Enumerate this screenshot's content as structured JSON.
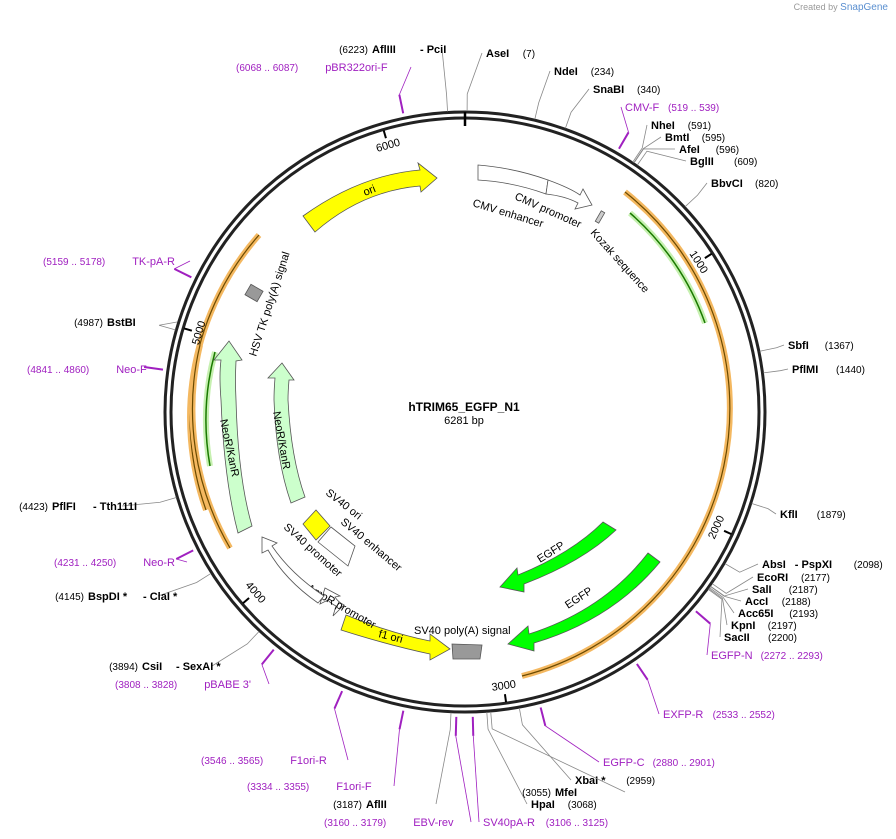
{
  "brand": {
    "created_by": "Created by",
    "name": "SnapGene"
  },
  "plasmid": {
    "name": "hTRIM65_EGFP_N1",
    "length_label": "6281 bp",
    "length": 6281
  },
  "colors": {
    "ori": "#ffff00",
    "resistance": "#ccffcc",
    "cds": "#00ff00",
    "primer": "#a020c0",
    "orf": "#f4b860",
    "gray": "#999999"
  },
  "ticks": [
    {
      "pos": 1000,
      "label": "1000"
    },
    {
      "pos": 2000,
      "label": "2000"
    },
    {
      "pos": 3000,
      "label": "3000"
    },
    {
      "pos": 4000,
      "label": "4000"
    },
    {
      "pos": 5000,
      "label": "5000"
    },
    {
      "pos": 6000,
      "label": "6000"
    }
  ],
  "enzymes": [
    {
      "name": "AflIII",
      "extra": "- PciI",
      "pos_label": "(6223)",
      "pos": 6223,
      "side": "L"
    },
    {
      "name": "AseI",
      "pos_label": "(7)",
      "pos": 7,
      "side": "R"
    },
    {
      "name": "NdeI",
      "pos_label": "(234)",
      "pos": 234,
      "side": "R"
    },
    {
      "name": "SnaBI",
      "pos_label": "(340)",
      "pos": 340,
      "side": "R"
    },
    {
      "name": "NheI",
      "pos_label": "(591)",
      "pos": 591,
      "side": "R"
    },
    {
      "name": "BmtI",
      "pos_label": "(595)",
      "pos": 595,
      "side": "R"
    },
    {
      "name": "AfeI",
      "pos_label": "(596)",
      "pos": 596,
      "side": "R"
    },
    {
      "name": "BglII",
      "pos_label": "(609)",
      "pos": 609,
      "side": "R"
    },
    {
      "name": "BbvCI",
      "pos_label": "(820)",
      "pos": 820,
      "side": "R"
    },
    {
      "name": "SbfI",
      "pos_label": "(1367)",
      "pos": 1367,
      "side": "R"
    },
    {
      "name": "PflMI",
      "pos_label": "(1440)",
      "pos": 1440,
      "side": "R"
    },
    {
      "name": "KflI",
      "pos_label": "(1879)",
      "pos": 1879,
      "side": "R"
    },
    {
      "name": "AbsI",
      "extra": "- PspXI",
      "pos_label": "(2098)",
      "pos": 2098,
      "side": "R"
    },
    {
      "name": "EcoRI",
      "pos_label": "(2177)",
      "pos": 2177,
      "side": "R"
    },
    {
      "name": "SalI",
      "pos_label": "(2187)",
      "pos": 2187,
      "side": "R"
    },
    {
      "name": "AccI",
      "pos_label": "(2188)",
      "pos": 2188,
      "side": "R"
    },
    {
      "name": "Acc65I",
      "pos_label": "(2193)",
      "pos": 2193,
      "side": "R"
    },
    {
      "name": "KpnI",
      "pos_label": "(2197)",
      "pos": 2197,
      "side": "R"
    },
    {
      "name": "SacII",
      "pos_label": "(2200)",
      "pos": 2200,
      "side": "R"
    },
    {
      "name": "XbaI *",
      "pos_label": "(2959)",
      "pos": 2959,
      "side": "R"
    },
    {
      "name": "MfeI",
      "pos_label": "(3055)",
      "pos": 3055,
      "side": "L"
    },
    {
      "name": "HpaI",
      "pos_label": "(3068)",
      "pos": 3068,
      "side": "R"
    },
    {
      "name": "AflII",
      "pos_label": "(3187)",
      "pos": 3187,
      "side": "L"
    },
    {
      "name": "CsiI",
      "extra": "- SexAI *",
      "pos_label": "(3894)",
      "pos": 3894,
      "side": "L"
    },
    {
      "name": "BspDI *",
      "extra": "- ClaI *",
      "pos_label": "(4145)",
      "pos": 4145,
      "side": "L"
    },
    {
      "name": "PflFI",
      "extra": "- Tth111I",
      "pos_label": "(4423)",
      "pos": 4423,
      "side": "L"
    },
    {
      "name": "BstBI",
      "pos_label": "(4987)",
      "pos": 4987,
      "side": "L"
    }
  ],
  "primers": [
    {
      "name": "pBR322ori-F",
      "pos_label": "(6068 .. 6087)",
      "pos": 6077,
      "side": "L"
    },
    {
      "name": "CMV-F",
      "pos_label": "(519 .. 539)",
      "pos": 529,
      "side": "R"
    },
    {
      "name": "EGFP-N",
      "pos_label": "(2272 .. 2293)",
      "pos": 2282,
      "side": "R"
    },
    {
      "name": "EXFP-R",
      "pos_label": "(2533 .. 2552)",
      "pos": 2542,
      "side": "R"
    },
    {
      "name": "EGFP-C",
      "pos_label": "(2880 .. 2901)",
      "pos": 2890,
      "side": "R"
    },
    {
      "name": "SV40pA-R",
      "pos_label": "(3106 .. 3125)",
      "pos": 3115,
      "side": "R"
    },
    {
      "name": "EBV-rev",
      "pos_label": "(3160 .. 3179)",
      "pos": 3169,
      "side": "L"
    },
    {
      "name": "F1ori-F",
      "pos_label": "(3334 .. 3355)",
      "pos": 3344,
      "side": "L"
    },
    {
      "name": "F1ori-R",
      "pos_label": "(3546 .. 3565)",
      "pos": 3555,
      "side": "L"
    },
    {
      "name": "pBABE 3'",
      "pos_label": "(3808 .. 3828)",
      "pos": 3818,
      "side": "L"
    },
    {
      "name": "Neo-R",
      "pos_label": "(4231 .. 4250)",
      "pos": 4240,
      "side": "L"
    },
    {
      "name": "Neo-F",
      "pos_label": "(4841 .. 4860)",
      "pos": 4850,
      "side": "L"
    },
    {
      "name": "TK-pA-R",
      "pos_label": "(5159 .. 5178)",
      "pos": 5168,
      "side": "L"
    }
  ],
  "features": [
    {
      "name": "CMV enhancer",
      "kind": "regulatory"
    },
    {
      "name": "CMV promoter",
      "kind": "promoter"
    },
    {
      "name": "Kozak sequence",
      "kind": "regulatory"
    },
    {
      "name": "EGFP",
      "kind": "cds"
    },
    {
      "name": "EGFP",
      "kind": "cds"
    },
    {
      "name": "SV40 poly(A) signal",
      "kind": "polyA"
    },
    {
      "name": "f1 ori",
      "kind": "ori"
    },
    {
      "name": "AmpR promoter",
      "kind": "promoter"
    },
    {
      "name": "SV40 promoter",
      "kind": "promoter"
    },
    {
      "name": "SV40 ori",
      "kind": "ori"
    },
    {
      "name": "SV40 enhancer",
      "kind": "regulatory"
    },
    {
      "name": "NeoR/KanR",
      "kind": "resistance"
    },
    {
      "name": "NeoR/KanR",
      "kind": "resistance"
    },
    {
      "name": "HSV TK poly(A) signal",
      "kind": "polyA"
    },
    {
      "name": "ori",
      "kind": "ori"
    }
  ]
}
